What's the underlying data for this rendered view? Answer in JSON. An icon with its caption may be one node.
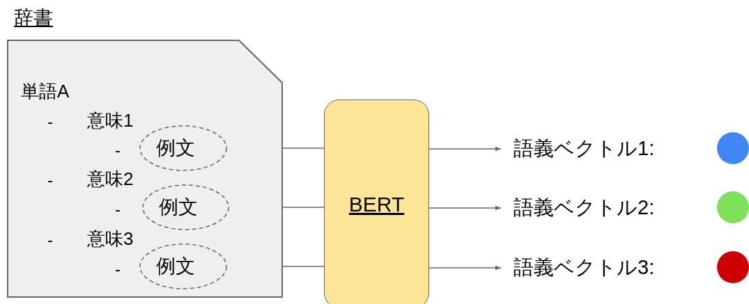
{
  "diagram": {
    "nodes": [
      {
        "text": [
          "辞書",
          "単語A",
          "-",
          "意味1",
          "-",
          "-",
          "意味2",
          "-",
          "-",
          "意味3",
          "-"
        ]
      },
      {
        "text": [
          "例文"
        ],
        "in": 0
      },
      {
        "text": [
          "例文"
        ],
        "in": 0
      },
      {
        "text": [
          "例文"
        ],
        "in": 0
      },
      {
        "text": [
          "BERT"
        ]
      },
      {
        "text": [
          "語義ベクトル1:"
        ]
      },
      {
        "text": [
          "語義ベクトル2:"
        ]
      },
      {
        "text": [
          "語義ベクトル3:"
        ]
      },
      {
        "text": [],
        "shape": "circle"
      },
      {
        "text": [],
        "shape": "circle"
      },
      {
        "text": [],
        "shape": "circle"
      }
    ],
    "edges": [
      {
        "from": 1,
        "to": 4,
        "arrow": "none"
      },
      {
        "from": 2,
        "to": 4,
        "arrow": "none"
      },
      {
        "from": 3,
        "to": 4,
        "arrow": "none"
      },
      {
        "from": 4,
        "to": 5,
        "arrow": "to"
      },
      {
        "from": 4,
        "to": 6,
        "arrow": "to"
      },
      {
        "from": 4,
        "to": 7,
        "arrow": "to"
      }
    ]
  }
}
